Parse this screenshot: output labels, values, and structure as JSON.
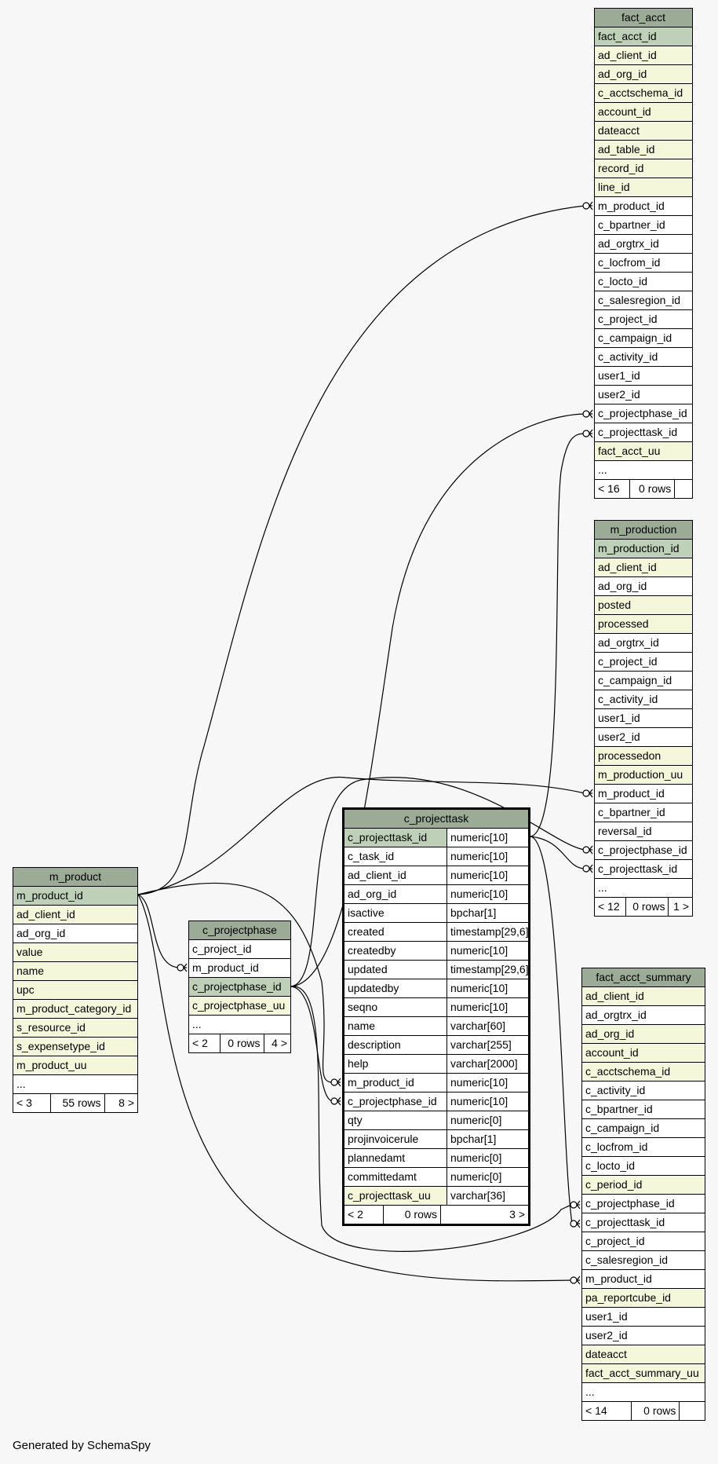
{
  "generated_by": "Generated by SchemaSpy",
  "tables": {
    "fact_acct": {
      "name": "fact_acct",
      "columns": [
        {
          "name": "fact_acct_id",
          "kind": "pk"
        },
        {
          "name": "ad_client_id",
          "kind": "idx"
        },
        {
          "name": "ad_org_id",
          "kind": "idx"
        },
        {
          "name": "c_acctschema_id",
          "kind": "idx"
        },
        {
          "name": "account_id",
          "kind": "idx"
        },
        {
          "name": "dateacct",
          "kind": "idx"
        },
        {
          "name": "ad_table_id",
          "kind": "idx"
        },
        {
          "name": "record_id",
          "kind": "idx"
        },
        {
          "name": "line_id",
          "kind": "idx"
        },
        {
          "name": "m_product_id",
          "kind": ""
        },
        {
          "name": "c_bpartner_id",
          "kind": ""
        },
        {
          "name": "ad_orgtrx_id",
          "kind": ""
        },
        {
          "name": "c_locfrom_id",
          "kind": ""
        },
        {
          "name": "c_locto_id",
          "kind": ""
        },
        {
          "name": "c_salesregion_id",
          "kind": ""
        },
        {
          "name": "c_project_id",
          "kind": ""
        },
        {
          "name": "c_campaign_id",
          "kind": ""
        },
        {
          "name": "c_activity_id",
          "kind": ""
        },
        {
          "name": "user1_id",
          "kind": ""
        },
        {
          "name": "user2_id",
          "kind": ""
        },
        {
          "name": "c_projectphase_id",
          "kind": ""
        },
        {
          "name": "c_projecttask_id",
          "kind": ""
        },
        {
          "name": "fact_acct_uu",
          "kind": "idx"
        },
        {
          "name": "...",
          "kind": ""
        }
      ],
      "footer": [
        "< 16",
        "0 rows",
        ""
      ]
    },
    "m_production": {
      "name": "m_production",
      "columns": [
        {
          "name": "m_production_id",
          "kind": "pk"
        },
        {
          "name": "ad_client_id",
          "kind": "idx"
        },
        {
          "name": "ad_org_id",
          "kind": ""
        },
        {
          "name": "posted",
          "kind": "idx"
        },
        {
          "name": "processed",
          "kind": "idx"
        },
        {
          "name": "ad_orgtrx_id",
          "kind": ""
        },
        {
          "name": "c_project_id",
          "kind": ""
        },
        {
          "name": "c_campaign_id",
          "kind": ""
        },
        {
          "name": "c_activity_id",
          "kind": ""
        },
        {
          "name": "user1_id",
          "kind": ""
        },
        {
          "name": "user2_id",
          "kind": ""
        },
        {
          "name": "processedon",
          "kind": "idx"
        },
        {
          "name": "m_production_uu",
          "kind": "idx"
        },
        {
          "name": "m_product_id",
          "kind": ""
        },
        {
          "name": "c_bpartner_id",
          "kind": ""
        },
        {
          "name": "reversal_id",
          "kind": ""
        },
        {
          "name": "c_projectphase_id",
          "kind": ""
        },
        {
          "name": "c_projecttask_id",
          "kind": ""
        },
        {
          "name": "...",
          "kind": ""
        }
      ],
      "footer": [
        "< 12",
        "0 rows",
        "1 >"
      ]
    },
    "c_projecttask": {
      "name": "c_projecttask",
      "columns": [
        {
          "name": "c_projecttask_id",
          "type": "numeric[10]",
          "kind": "pk"
        },
        {
          "name": "c_task_id",
          "type": "numeric[10]",
          "kind": ""
        },
        {
          "name": "ad_client_id",
          "type": "numeric[10]",
          "kind": ""
        },
        {
          "name": "ad_org_id",
          "type": "numeric[10]",
          "kind": ""
        },
        {
          "name": "isactive",
          "type": "bpchar[1]",
          "kind": ""
        },
        {
          "name": "created",
          "type": "timestamp[29,6]",
          "kind": ""
        },
        {
          "name": "createdby",
          "type": "numeric[10]",
          "kind": ""
        },
        {
          "name": "updated",
          "type": "timestamp[29,6]",
          "kind": ""
        },
        {
          "name": "updatedby",
          "type": "numeric[10]",
          "kind": ""
        },
        {
          "name": "seqno",
          "type": "numeric[10]",
          "kind": ""
        },
        {
          "name": "name",
          "type": "varchar[60]",
          "kind": ""
        },
        {
          "name": "description",
          "type": "varchar[255]",
          "kind": ""
        },
        {
          "name": "help",
          "type": "varchar[2000]",
          "kind": ""
        },
        {
          "name": "m_product_id",
          "type": "numeric[10]",
          "kind": ""
        },
        {
          "name": "c_projectphase_id",
          "type": "numeric[10]",
          "kind": ""
        },
        {
          "name": "qty",
          "type": "numeric[0]",
          "kind": ""
        },
        {
          "name": "projinvoicerule",
          "type": "bpchar[1]",
          "kind": ""
        },
        {
          "name": "plannedamt",
          "type": "numeric[0]",
          "kind": ""
        },
        {
          "name": "committedamt",
          "type": "numeric[0]",
          "kind": ""
        },
        {
          "name": "c_projecttask_uu",
          "type": "varchar[36]",
          "kind": "idx"
        }
      ],
      "footer": [
        "< 2",
        "0 rows",
        "3 >"
      ]
    },
    "m_product": {
      "name": "m_product",
      "columns": [
        {
          "name": "m_product_id",
          "kind": "pk"
        },
        {
          "name": "ad_client_id",
          "kind": "idx"
        },
        {
          "name": "ad_org_id",
          "kind": ""
        },
        {
          "name": "value",
          "kind": "idx"
        },
        {
          "name": "name",
          "kind": "idx"
        },
        {
          "name": "upc",
          "kind": "idx"
        },
        {
          "name": "m_product_category_id",
          "kind": "idx"
        },
        {
          "name": "s_resource_id",
          "kind": "idx"
        },
        {
          "name": "s_expensetype_id",
          "kind": "idx"
        },
        {
          "name": "m_product_uu",
          "kind": "idx"
        },
        {
          "name": "...",
          "kind": ""
        }
      ],
      "footer": [
        "< 3",
        "55 rows",
        "8 >"
      ]
    },
    "c_projectphase": {
      "name": "c_projectphase",
      "columns": [
        {
          "name": "c_project_id",
          "kind": ""
        },
        {
          "name": "m_product_id",
          "kind": ""
        },
        {
          "name": "c_projectphase_id",
          "kind": "pk"
        },
        {
          "name": "c_projectphase_uu",
          "kind": "idx"
        },
        {
          "name": "...",
          "kind": ""
        }
      ],
      "footer": [
        "< 2",
        "0 rows",
        "4 >"
      ]
    },
    "fact_acct_summary": {
      "name": "fact_acct_summary",
      "columns": [
        {
          "name": "ad_client_id",
          "kind": "idx"
        },
        {
          "name": "ad_orgtrx_id",
          "kind": ""
        },
        {
          "name": "ad_org_id",
          "kind": "idx"
        },
        {
          "name": "account_id",
          "kind": "idx"
        },
        {
          "name": "c_acctschema_id",
          "kind": "idx"
        },
        {
          "name": "c_activity_id",
          "kind": ""
        },
        {
          "name": "c_bpartner_id",
          "kind": ""
        },
        {
          "name": "c_campaign_id",
          "kind": ""
        },
        {
          "name": "c_locfrom_id",
          "kind": ""
        },
        {
          "name": "c_locto_id",
          "kind": ""
        },
        {
          "name": "c_period_id",
          "kind": "idx"
        },
        {
          "name": "c_projectphase_id",
          "kind": ""
        },
        {
          "name": "c_projecttask_id",
          "kind": ""
        },
        {
          "name": "c_project_id",
          "kind": ""
        },
        {
          "name": "c_salesregion_id",
          "kind": ""
        },
        {
          "name": "m_product_id",
          "kind": ""
        },
        {
          "name": "pa_reportcube_id",
          "kind": "idx"
        },
        {
          "name": "user1_id",
          "kind": ""
        },
        {
          "name": "user2_id",
          "kind": ""
        },
        {
          "name": "dateacct",
          "kind": "idx"
        },
        {
          "name": "fact_acct_summary_uu",
          "kind": "idx"
        },
        {
          "name": "...",
          "kind": ""
        }
      ],
      "footer": [
        "< 14",
        "0 rows",
        ""
      ]
    }
  }
}
